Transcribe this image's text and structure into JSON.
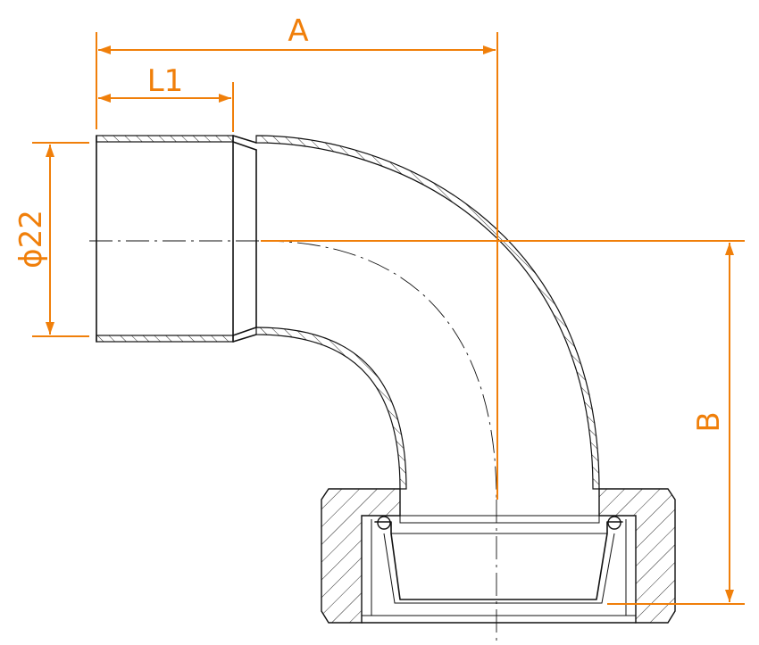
{
  "drawing": {
    "dimensions": {
      "a_label": "A",
      "l1_label": "L1",
      "diameter_label": "ϕ22",
      "b_label": "B"
    },
    "colors": {
      "dimension": "#F07F0A",
      "outline": "#111111",
      "background": "#FFFFFF"
    }
  }
}
